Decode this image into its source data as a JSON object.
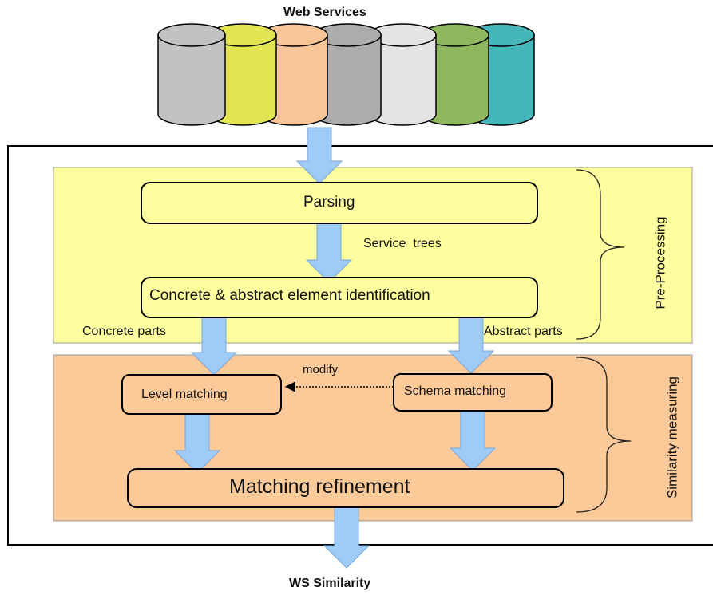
{
  "top_title": "Web Services",
  "bottom_title": "WS Similarity",
  "databases": [
    {
      "color": "#c2c2c2",
      "name": "database-icon"
    },
    {
      "color": "#e3e451",
      "name": "database-icon"
    },
    {
      "color": "#f9c596",
      "name": "database-icon"
    },
    {
      "color": "#acacac",
      "name": "database-icon"
    },
    {
      "color": "#e4e4e4",
      "name": "database-icon"
    },
    {
      "color": "#8fb85e",
      "name": "database-icon"
    },
    {
      "color": "#45b6b9",
      "name": "database-icon"
    }
  ],
  "pre_processing": {
    "label": "Pre-Processing",
    "color": "#ffff9f",
    "parsing": "Parsing",
    "service_trees": "Service  trees",
    "identification": "Concrete & abstract element identification",
    "concrete_parts": "Concrete parts",
    "abstract_parts": "Abstract parts"
  },
  "similarity": {
    "label": "Similarity measuring",
    "color": "#fcc998",
    "level_matching": "Level matching",
    "schema_matching": "Schema matching",
    "modify": "modify",
    "refinement": "Matching refinement"
  },
  "arrow_color": "#9ecbf8"
}
